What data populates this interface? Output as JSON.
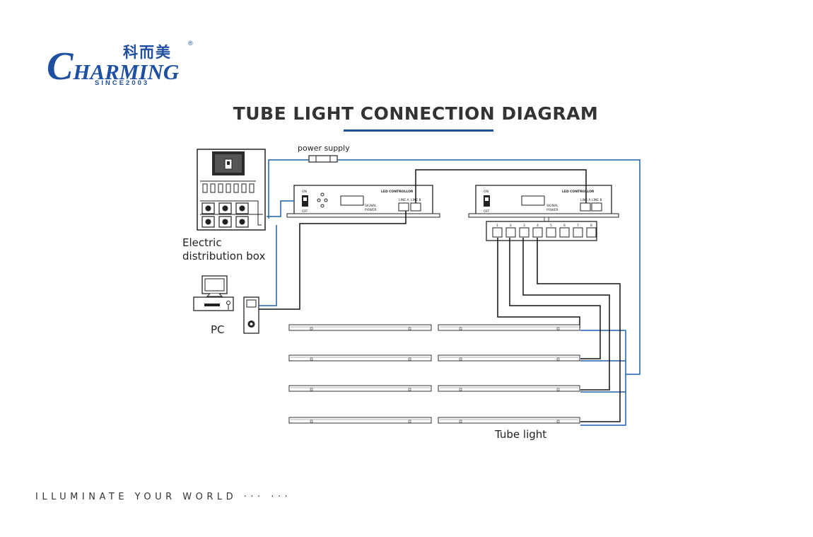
{
  "brand": {
    "chinese_name": "科而美",
    "registered_mark": "®",
    "wordmark_initial": "C",
    "wordmark_rest": "HARMING",
    "since": "SINCE2003"
  },
  "title": "TUBE LIGHT CONNECTION DIAGRAM",
  "labels": {
    "power_supply": "power supply",
    "distribution_box_line1": "Electric",
    "distribution_box_line2": "distribution box",
    "pc": "PC",
    "tube_light": "Tube light"
  },
  "controller_left": {
    "name": "LED CONTROLLOR",
    "on": "ON",
    "off": "OFF",
    "line_a": "LINE A",
    "line_b": "LINE B",
    "signal": "SIGNAL",
    "power": "POWER"
  },
  "controller_right": {
    "name": "LED CONTROLLOR",
    "on": "ON",
    "off": "OFF",
    "line_a": "LINE A",
    "line_b": "LINE B",
    "signal": "SIGNAL",
    "power": "POWER"
  },
  "splitter_ports": [
    "1",
    "2",
    "3",
    "4",
    "5",
    "6",
    "7",
    "8"
  ],
  "colors": {
    "brand_blue": "#1f4fa0",
    "wire_blue": "#1f5fb0",
    "wire_black": "#111111"
  },
  "slogan": "ILLUMINATE YOUR WORLD  ··· ···"
}
